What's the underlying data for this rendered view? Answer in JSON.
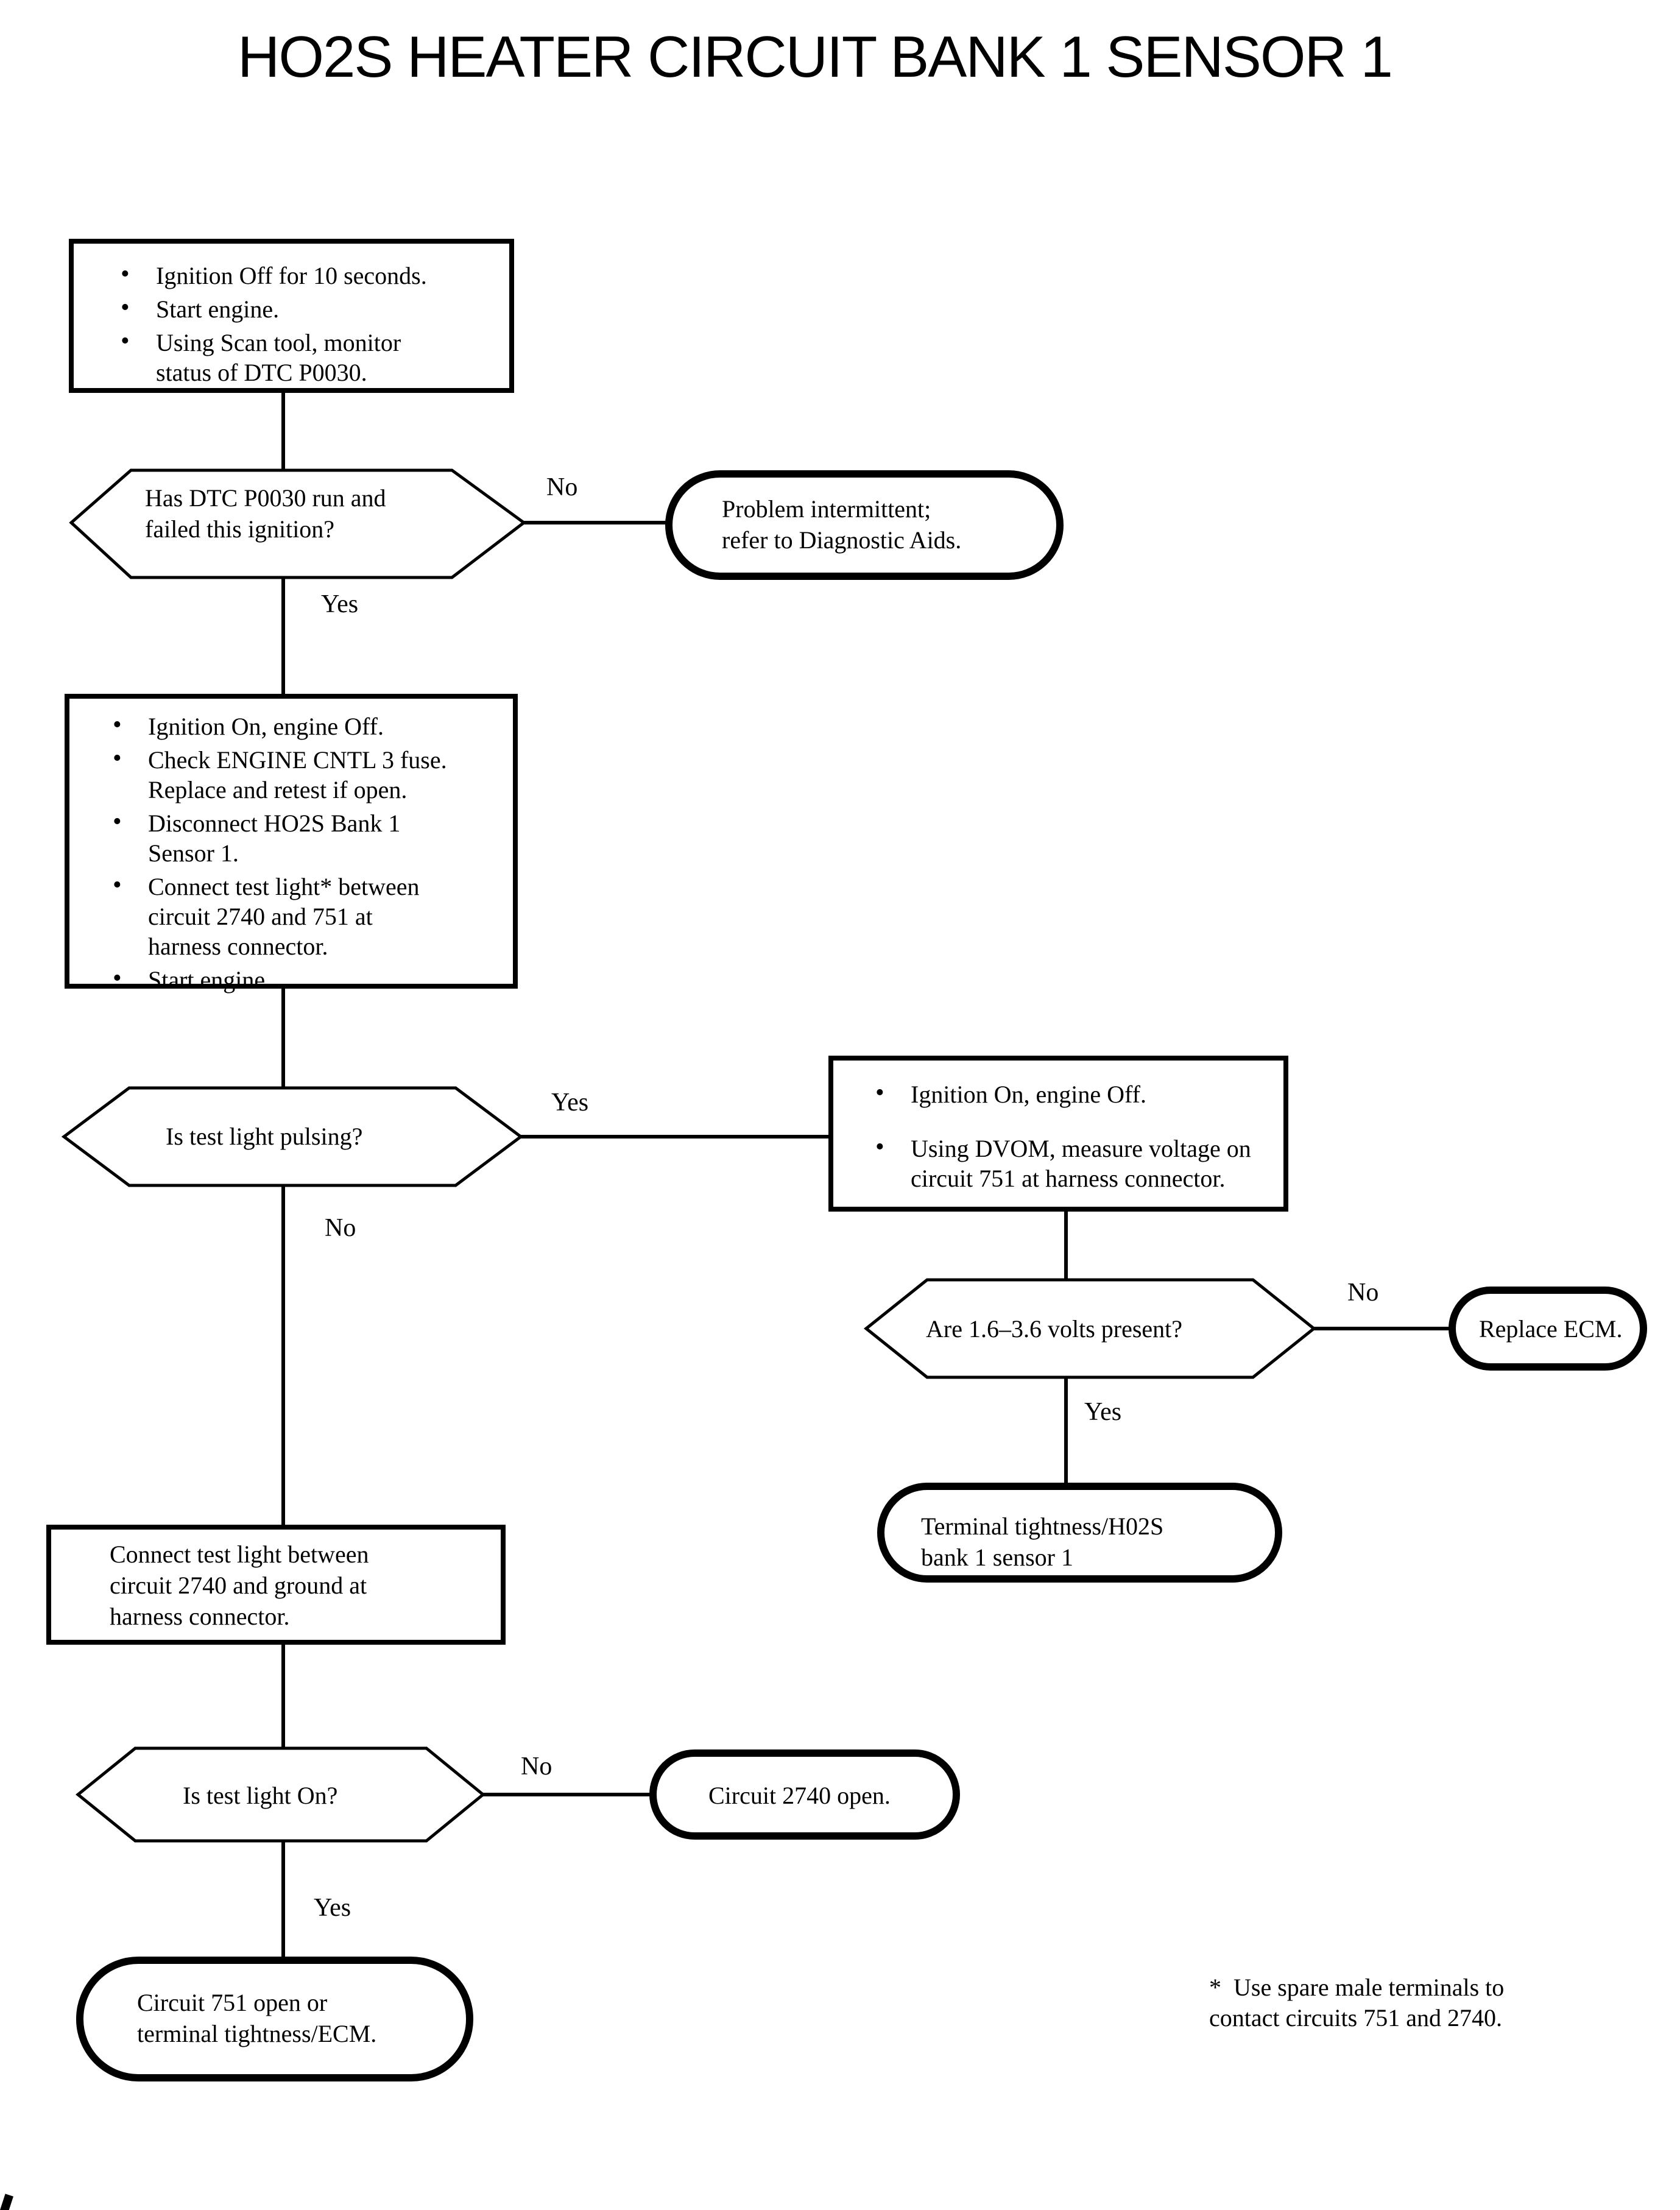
{
  "title": "HO2S HEATER CIRCUIT BANK 1 SENSOR 1",
  "colors": {
    "ink": "#000000",
    "paper": "#ffffff"
  },
  "flow": {
    "step1": {
      "bullets": [
        "Ignition Off for 10 seconds.",
        "Start engine.",
        "Using Scan tool, monitor\nstatus of DTC P0030."
      ]
    },
    "decision_dtc": {
      "question": "Has DTC P0030 run and\nfailed this ignition?",
      "no_label": "No",
      "yes_label": "Yes"
    },
    "terminal_intermittent": {
      "text": "Problem intermittent;\nrefer to Diagnostic Aids."
    },
    "step2": {
      "bullets": [
        "Ignition On, engine Off.",
        "Check ENGINE CNTL 3 fuse.\nReplace and retest if open.",
        "Disconnect HO2S Bank 1\nSensor 1.",
        "Connect test light* between\ncircuit 2740 and 751 at\nharness connector.",
        "Start engine."
      ]
    },
    "decision_pulsing": {
      "question": "Is test light pulsing?",
      "yes_label": "Yes",
      "no_label": "No"
    },
    "step3": {
      "bullets": [
        "Ignition On, engine Off.",
        "Using DVOM, measure voltage on\ncircuit 751 at harness connector."
      ]
    },
    "decision_volts": {
      "question": "Are 1.6–3.6 volts present?",
      "no_label": "No",
      "yes_label": "Yes"
    },
    "terminal_replace_ecm": {
      "text": "Replace ECM."
    },
    "terminal_tightness": {
      "text": "Terminal tightness/H02S\nbank 1 sensor 1"
    },
    "step4": {
      "text": "Connect test light between\ncircuit 2740 and ground at\nharness connector."
    },
    "decision_light_on": {
      "question": "Is test light On?",
      "no_label": "No",
      "yes_label": "Yes"
    },
    "terminal_circuit2740": {
      "text": "Circuit 2740 open."
    },
    "terminal_circuit751": {
      "text": "Circuit 751 open or\nterminal tightness/ECM."
    }
  },
  "footnote": "*  Use spare male terminals to\ncontact circuits 751 and 2740."
}
